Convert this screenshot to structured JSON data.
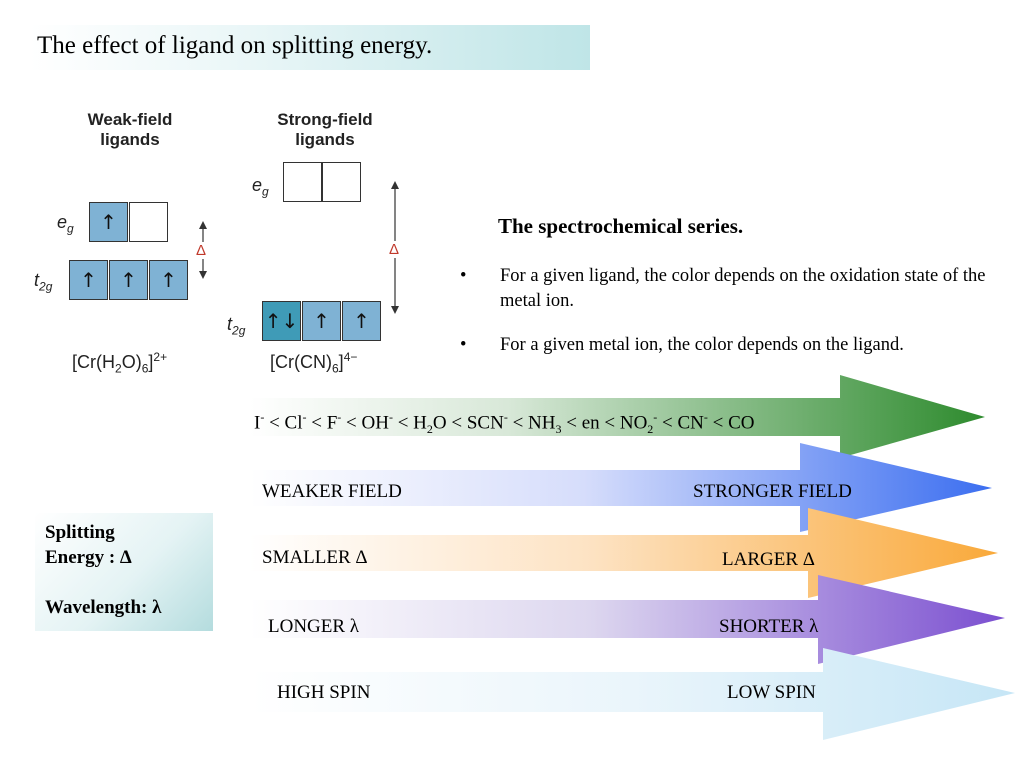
{
  "title": "The effect of ligand on splitting energy.",
  "diagram": {
    "weak_heading_line1": "Weak-field",
    "weak_heading_line2": "ligands",
    "strong_heading_line1": "Strong-field",
    "strong_heading_line2": "ligands",
    "eg_main": "e",
    "eg_sub": "g",
    "t2g_main": "t",
    "t2g_sub": "2g",
    "delta_symbol": "Δ",
    "up_arrow": "↑",
    "paired_arrows": "↑↓",
    "weak_complex": {
      "prefix": "[Cr(H",
      "sub1": "2",
      "mid": "O)",
      "sub2": "6",
      "close": "]",
      "charge": "2+"
    },
    "strong_complex": {
      "prefix": "[Cr(CN)",
      "sub1": "6",
      "close": "]",
      "charge": "4−"
    },
    "colors": {
      "light_box": "#7fb2d4",
      "dark_box": "#3f9bb7",
      "delta_red": "#c0392b"
    }
  },
  "spectro": {
    "heading": "The spectrochemical series.",
    "bullet_symbol": "•",
    "bullet1": "For a given ligand, the color depends on the oxidation state of the metal ion.",
    "bullet2": "For a given metal ion, the color depends on the ligand."
  },
  "series": {
    "i": "I",
    "i_sup": "-",
    "lt1": " < Cl",
    "cl_sup": "-",
    "lt2": " < F",
    "f_sup": "-",
    "lt3": " < OH",
    "oh_sup": "-",
    "lt4": " < H",
    "h2o_sub": "2",
    "lt5": "O < SCN",
    "scn_sup": "-",
    "lt6": " < NH",
    "nh3_sub": "3",
    "lt7": " < en < NO",
    "no2_sub": "2",
    "no2_sup": "-",
    "lt8": " < CN",
    "cn_sup": "-",
    "lt9": " < CO"
  },
  "arrows": [
    {
      "left": "WEAKER FIELD",
      "right": "STRONGER FIELD",
      "color": "#3b6ef0"
    },
    {
      "left": "SMALLER Δ",
      "right": "LARGER Δ",
      "color": "#f9a93a"
    },
    {
      "left": "LONGER λ",
      "right": "SHORTER λ",
      "color": "#7b4fd0"
    },
    {
      "left": "HIGH SPIN",
      "right": "LOW SPIN",
      "color": "#c6e6f6"
    }
  ],
  "series_arrow_color": "#2e8b2e",
  "sidebar": {
    "line1": "Splitting",
    "line2": "Energy : Δ",
    "line3": "Wavelength: λ"
  }
}
